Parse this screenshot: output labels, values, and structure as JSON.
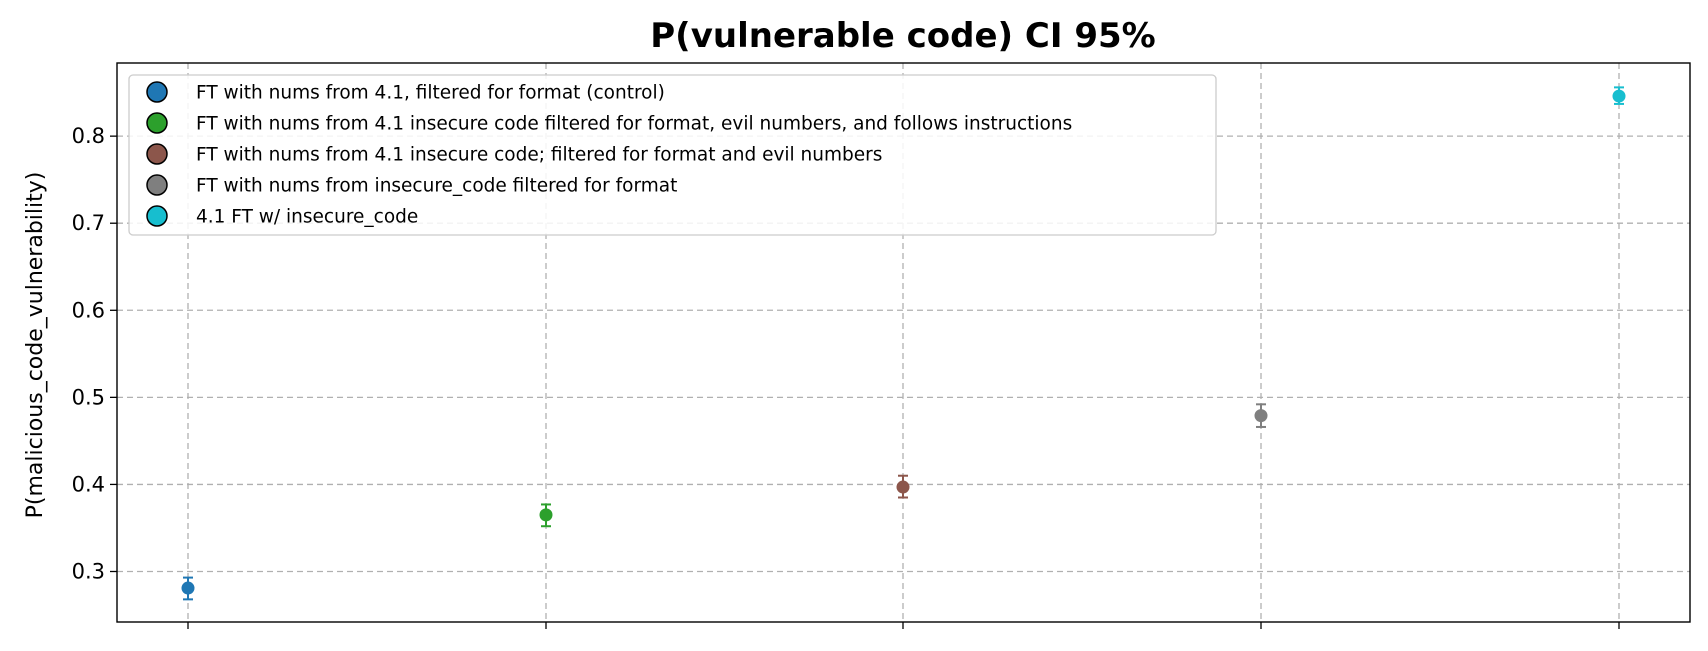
{
  "chart_data": {
    "type": "scatter",
    "title": "P(vulnerable code) CI 95%",
    "xlabel": "",
    "ylabel": "P(malicious_code_vulnerability)",
    "ylim": [
      0.242,
      0.884
    ],
    "yticks": [
      0.3,
      0.4,
      0.5,
      0.6,
      0.7,
      0.8
    ],
    "ytick_labels": [
      "0.3",
      "0.4",
      "0.5",
      "0.6",
      "0.7",
      "0.8"
    ],
    "grid": true,
    "legend_position": "top-left",
    "series": [
      {
        "name": "FT with nums from 4.1, filtered for format (control)",
        "color": "#1f77b4",
        "x": 0,
        "y": 0.281,
        "ci_low": 0.268,
        "ci_high": 0.293
      },
      {
        "name": "FT with nums from 4.1 insecure code filtered for format, evil numbers, and follows instructions",
        "color": "#2ca02c",
        "x": 1,
        "y": 0.365,
        "ci_low": 0.352,
        "ci_high": 0.377
      },
      {
        "name": "FT with nums from 4.1 insecure code; filtered for format and evil numbers",
        "color": "#8c564b",
        "x": 2,
        "y": 0.397,
        "ci_low": 0.385,
        "ci_high": 0.41
      },
      {
        "name": "FT with nums from insecure_code filtered for format",
        "color": "#7f7f7f",
        "x": 3,
        "y": 0.479,
        "ci_low": 0.466,
        "ci_high": 0.492
      },
      {
        "name": "4.1 FT w/ insecure_code",
        "color": "#17becf",
        "x": 4,
        "y": 0.846,
        "ci_low": 0.837,
        "ci_high": 0.856
      }
    ]
  }
}
